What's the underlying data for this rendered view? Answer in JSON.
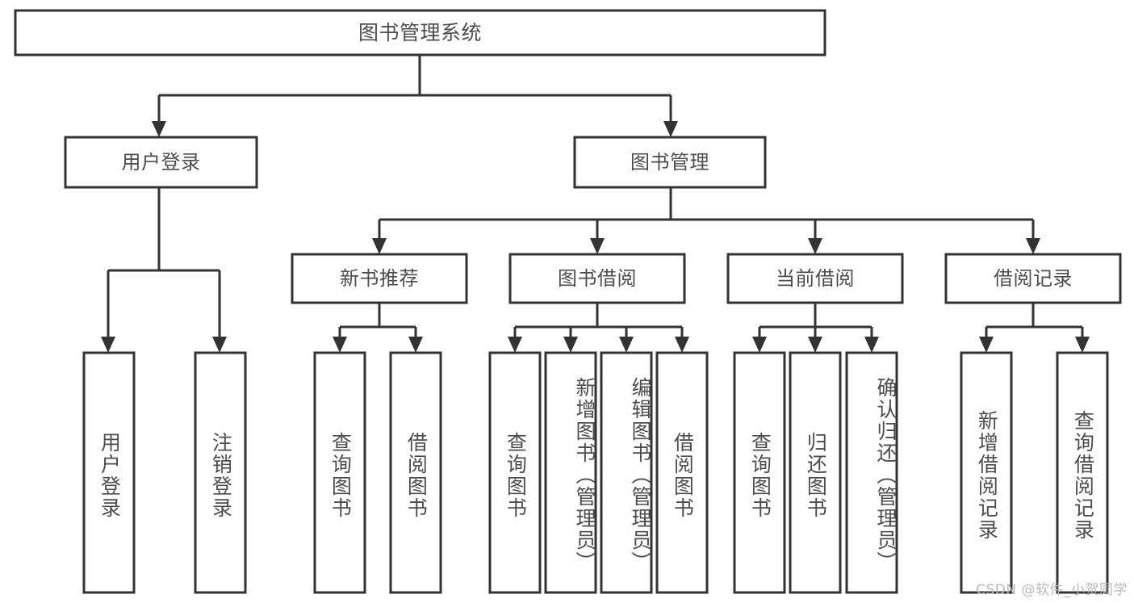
{
  "diagram": {
    "title": "图书管理系统",
    "type": "tree-hierarchy-diagram",
    "watermark": "CSDN @软件_小贺同学",
    "colors": {
      "background": "#ffffff",
      "box_stroke": "#333333",
      "box_fill": "#ffffff",
      "text": "#4d4d4d",
      "watermark": "#b9b9b9"
    },
    "nodes": {
      "root": {
        "label": "图书管理系统",
        "level": 1
      },
      "user_login": {
        "label": "用户登录",
        "level": 2
      },
      "book_manage": {
        "label": "图书管理",
        "level": 2
      },
      "new_book_rec": {
        "label": "新书推荐",
        "level": 3
      },
      "book_borrow": {
        "label": "图书借阅",
        "level": 3
      },
      "current_borrow": {
        "label": "当前借阅",
        "level": 3
      },
      "borrow_record": {
        "label": "借阅记录",
        "level": 3
      },
      "leaf_user_login": {
        "label": "用户登录",
        "level": 4
      },
      "leaf_logout": {
        "label": "注销登录",
        "level": 4
      },
      "leaf_query_book_1": {
        "label": "查询图书",
        "level": 4
      },
      "leaf_borrow_book_1": {
        "label": "借阅图书",
        "level": 4
      },
      "leaf_query_book_2": {
        "label": "查询图书",
        "level": 4
      },
      "leaf_add_book": {
        "label": "新增图书（管理员）",
        "level": 4
      },
      "leaf_edit_book": {
        "label": "编辑图书（管理员）",
        "level": 4
      },
      "leaf_borrow_book_2": {
        "label": "借阅图书",
        "level": 4
      },
      "leaf_query_book_3": {
        "label": "查询图书",
        "level": 4
      },
      "leaf_return_book": {
        "label": "归还图书",
        "level": 4
      },
      "leaf_confirm_return": {
        "label": "确认归还（管理员）",
        "level": 4
      },
      "leaf_add_record": {
        "label": "新增借阅记录",
        "level": 4
      },
      "leaf_query_record": {
        "label": "查询借阅记录",
        "level": 4
      }
    },
    "edges": [
      {
        "from": "root",
        "to": "user_login"
      },
      {
        "from": "root",
        "to": "book_manage"
      },
      {
        "from": "user_login",
        "to": "leaf_user_login"
      },
      {
        "from": "user_login",
        "to": "leaf_logout"
      },
      {
        "from": "book_manage",
        "to": "new_book_rec"
      },
      {
        "from": "book_manage",
        "to": "book_borrow"
      },
      {
        "from": "book_manage",
        "to": "current_borrow"
      },
      {
        "from": "book_manage",
        "to": "borrow_record"
      },
      {
        "from": "new_book_rec",
        "to": "leaf_query_book_1"
      },
      {
        "from": "new_book_rec",
        "to": "leaf_borrow_book_1"
      },
      {
        "from": "book_borrow",
        "to": "leaf_query_book_2"
      },
      {
        "from": "book_borrow",
        "to": "leaf_add_book"
      },
      {
        "from": "book_borrow",
        "to": "leaf_edit_book"
      },
      {
        "from": "book_borrow",
        "to": "leaf_borrow_book_2"
      },
      {
        "from": "current_borrow",
        "to": "leaf_query_book_3"
      },
      {
        "from": "current_borrow",
        "to": "leaf_return_book"
      },
      {
        "from": "current_borrow",
        "to": "leaf_confirm_return"
      },
      {
        "from": "borrow_record",
        "to": "leaf_add_record"
      },
      {
        "from": "borrow_record",
        "to": "leaf_query_record"
      }
    ]
  }
}
